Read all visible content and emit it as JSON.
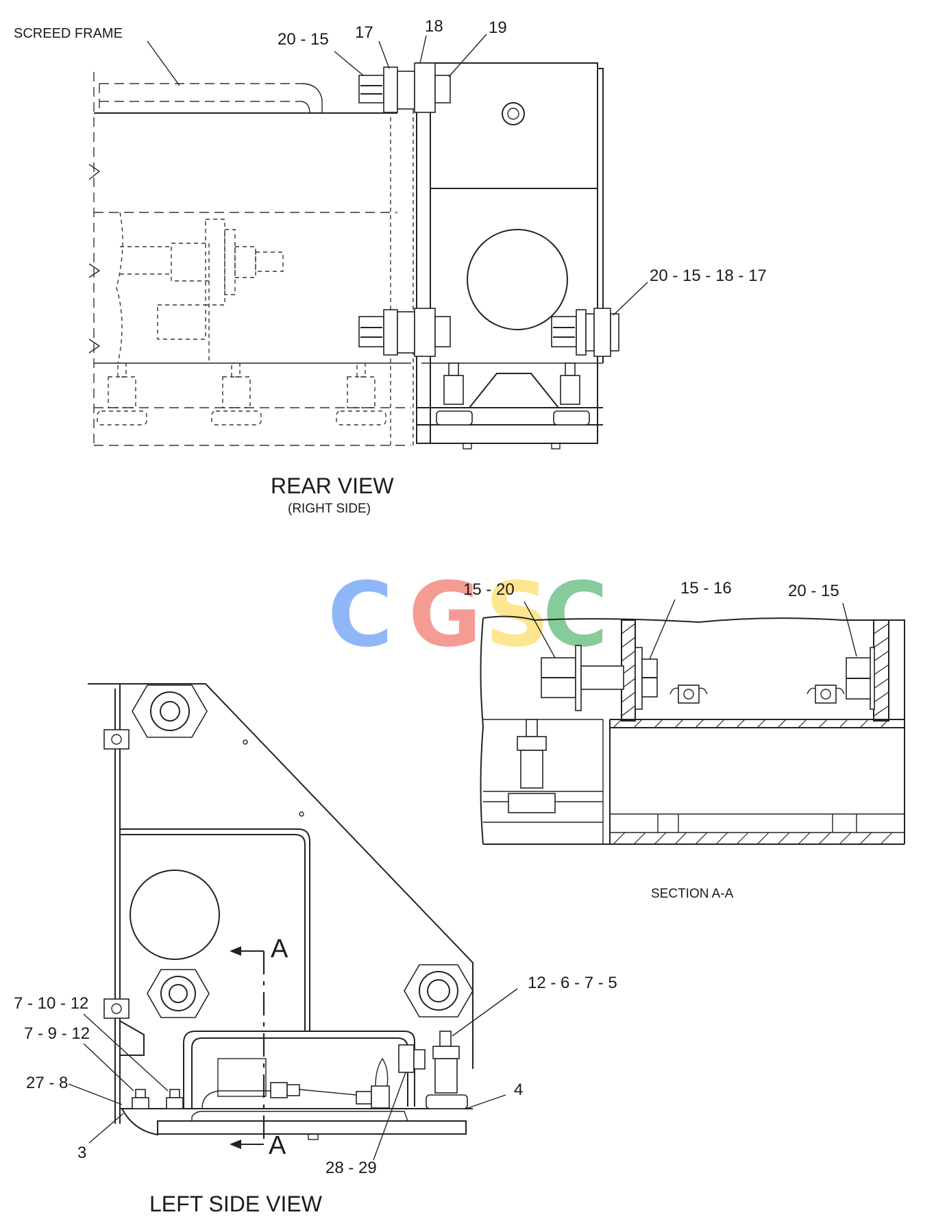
{
  "rear_view": {
    "title": "REAR VIEW",
    "subtitle": "(RIGHT SIDE)",
    "labels": {
      "screed_frame": "SCREED FRAME",
      "c20_15": "20 - 15",
      "c17": "17",
      "c18": "18",
      "c19": "19",
      "c20_15_18_17": "20 - 15 - 18 - 17"
    }
  },
  "section_aa": {
    "title": "SECTION A-A",
    "labels": {
      "c15_20": "15 - 20",
      "c15_16": "15 - 16",
      "c20_15": "20 - 15"
    }
  },
  "left_side_view": {
    "title": "LEFT SIDE VIEW",
    "section_mark_top": "A",
    "section_mark_bottom": "A",
    "labels": {
      "c7_10_12": "7 - 10 - 12",
      "c7_9_12": "7 - 9 - 12",
      "c27_8": "27 - 8",
      "c3": "3",
      "c28_29": "28 - 29",
      "c12_6_7_5": "12 - 6 - 7 - 5",
      "c4": "4"
    }
  },
  "watermark": {
    "letters": [
      "C",
      "G",
      "S",
      "C"
    ],
    "colors": [
      "#8ab4f8",
      "#f4978e",
      "#fde58a",
      "#81c995"
    ]
  }
}
